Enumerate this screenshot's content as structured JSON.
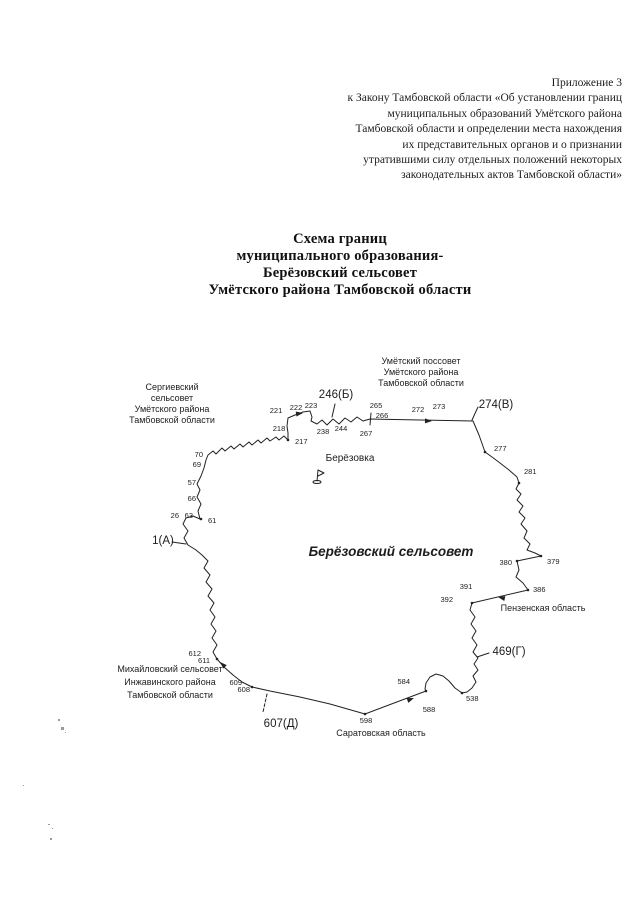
{
  "colors": {
    "ink": "#1a1a1a",
    "paper": "#ffffff"
  },
  "header": {
    "lines": [
      "Приложение 3",
      "к Закону Тамбовской области «Об установлении границ",
      "муниципальных образований Умётского района",
      "Тамбовской области и определении места нахождения",
      "их представительных органов и о признании",
      "утратившими силу отдельных положений некоторых",
      "законодательных актов Тамбовской области»"
    ]
  },
  "title": {
    "lines": [
      "Схема границ",
      "муниципального образования-",
      "Берёзовский сельсовет",
      "Умётского района Тамбовской области"
    ]
  },
  "map": {
    "territory_label": "Берёзовский сельсовет",
    "settlement_label": "Берёзовка",
    "anchors": {
      "a": "1(А)",
      "b": "246(Б)",
      "v": "274(В)",
      "g": "469(Г)",
      "d": "607(Д)"
    },
    "neighbors": {
      "north": {
        "lines": [
          "Умётский поссовет",
          "Умётского района",
          "Тамбовской области"
        ]
      },
      "northwest": {
        "lines": [
          "Сергиевский",
          "сельсовет",
          "Умётского района",
          "Тамбовской области"
        ]
      },
      "east": {
        "label": "Пензенская область"
      },
      "south": {
        "label": "Саратовская область"
      },
      "southwest": {
        "lines": [
          "Михайловский сельсовет",
          "Инжавинского района",
          "Тамбовской области"
        ]
      }
    },
    "points": {
      "p26": "26",
      "p57": "57",
      "p61": "61",
      "p63": "63",
      "p66": "66",
      "p69": "69",
      "p70": "70",
      "p217": "217",
      "p218": "218",
      "p221": "221",
      "p222": "222",
      "p223": "223",
      "p238": "238",
      "p244": "244",
      "p265": "265",
      "p266": "266",
      "p267": "267",
      "p272": "272",
      "p273": "273",
      "p277": "277",
      "p281": "281",
      "p379": "379",
      "p380": "380",
      "p386": "386",
      "p391": "391",
      "p392": "392",
      "p538": "538",
      "p584": "584",
      "p588": "588",
      "p598": "598",
      "p608": "608",
      "p609": "609",
      "p611": "611",
      "p612": "612"
    }
  }
}
